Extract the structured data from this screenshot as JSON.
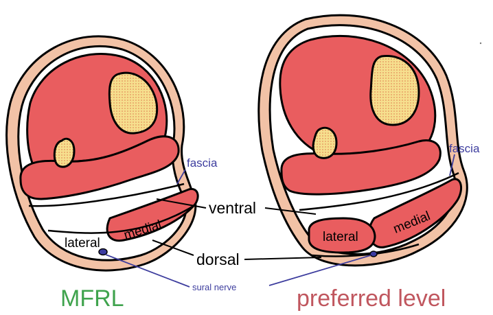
{
  "labels": {
    "fascia_left": "fascia",
    "fascia_right": "fascia",
    "ventral": "ventral",
    "dorsal": "dorsal",
    "medial_left": "medial",
    "medial_right": "medial",
    "lateral_left": "lateral",
    "lateral_right": "lateral",
    "sural_nerve": "sural nerve"
  },
  "captions": {
    "left": "MFRL",
    "right": "preferred level"
  },
  "colors": {
    "skin": "#f2c2a6",
    "muscle": "#e95d5f",
    "bone": "#f6df8e",
    "marrow": "#e4905a",
    "nerve": "#3b3ba0",
    "leader_blue": "#3d3d9e",
    "caption_left": "#3fa34d",
    "caption_right": "#c0565e"
  }
}
